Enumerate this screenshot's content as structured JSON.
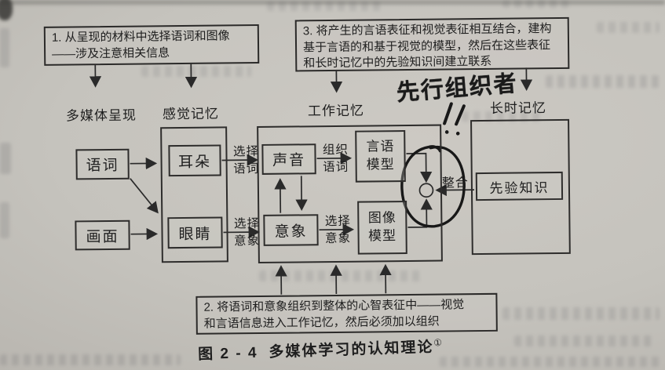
{
  "stages": [
    "多媒体呈现",
    "感觉记忆",
    "工作记忆",
    "长时记忆"
  ],
  "notes": {
    "step1": {
      "line1": "1. 从呈现的材料中选择语词和图像",
      "line2": "——涉及注意相关信息"
    },
    "step2": {
      "line1": "2. 将语词和意象组织到整体的心智表征中——视觉",
      "line2": "和言语信息进入工作记忆，然后必须加以组织"
    },
    "step3": {
      "line1": "3. 将产生的言语表征和视觉表征相互结合，建构",
      "line2": "基于言语的和基于视觉的模型，然后在这些表征",
      "line3": "和长时记忆中的先验知识间建立联系"
    }
  },
  "boxes": {
    "words": "语词",
    "pictures": "画面",
    "ears": "耳朵",
    "eyes": "眼睛",
    "sounds": "声音",
    "images": "意象",
    "verbal_model_line1": "言语",
    "verbal_model_line2": "模型",
    "pictorial_model_line1": "图像",
    "pictorial_model_line2": "模型",
    "prior_knowledge": "先验知识"
  },
  "processes": {
    "select_words": {
      "line1": "选择",
      "line2": "语词"
    },
    "select_images_sensory": {
      "line1": "选择",
      "line2": "意象"
    },
    "organize_words": {
      "line1": "组织",
      "line2": "语词"
    },
    "select_images_working": {
      "line1": "选择",
      "line2": "意象"
    },
    "integrate": "整合"
  },
  "handwriting": {
    "annotation": "先行组织者",
    "emphasis": "!!"
  },
  "caption": {
    "figure_label": "图 2 - 4",
    "title": "多媒体学习的认知理论",
    "footnote_mark": "①"
  },
  "colors": {
    "paper": "#c5c3bd",
    "ink": "#1e1e1e",
    "line": "#2a2a2a",
    "handwriting_ink": "#181818"
  }
}
